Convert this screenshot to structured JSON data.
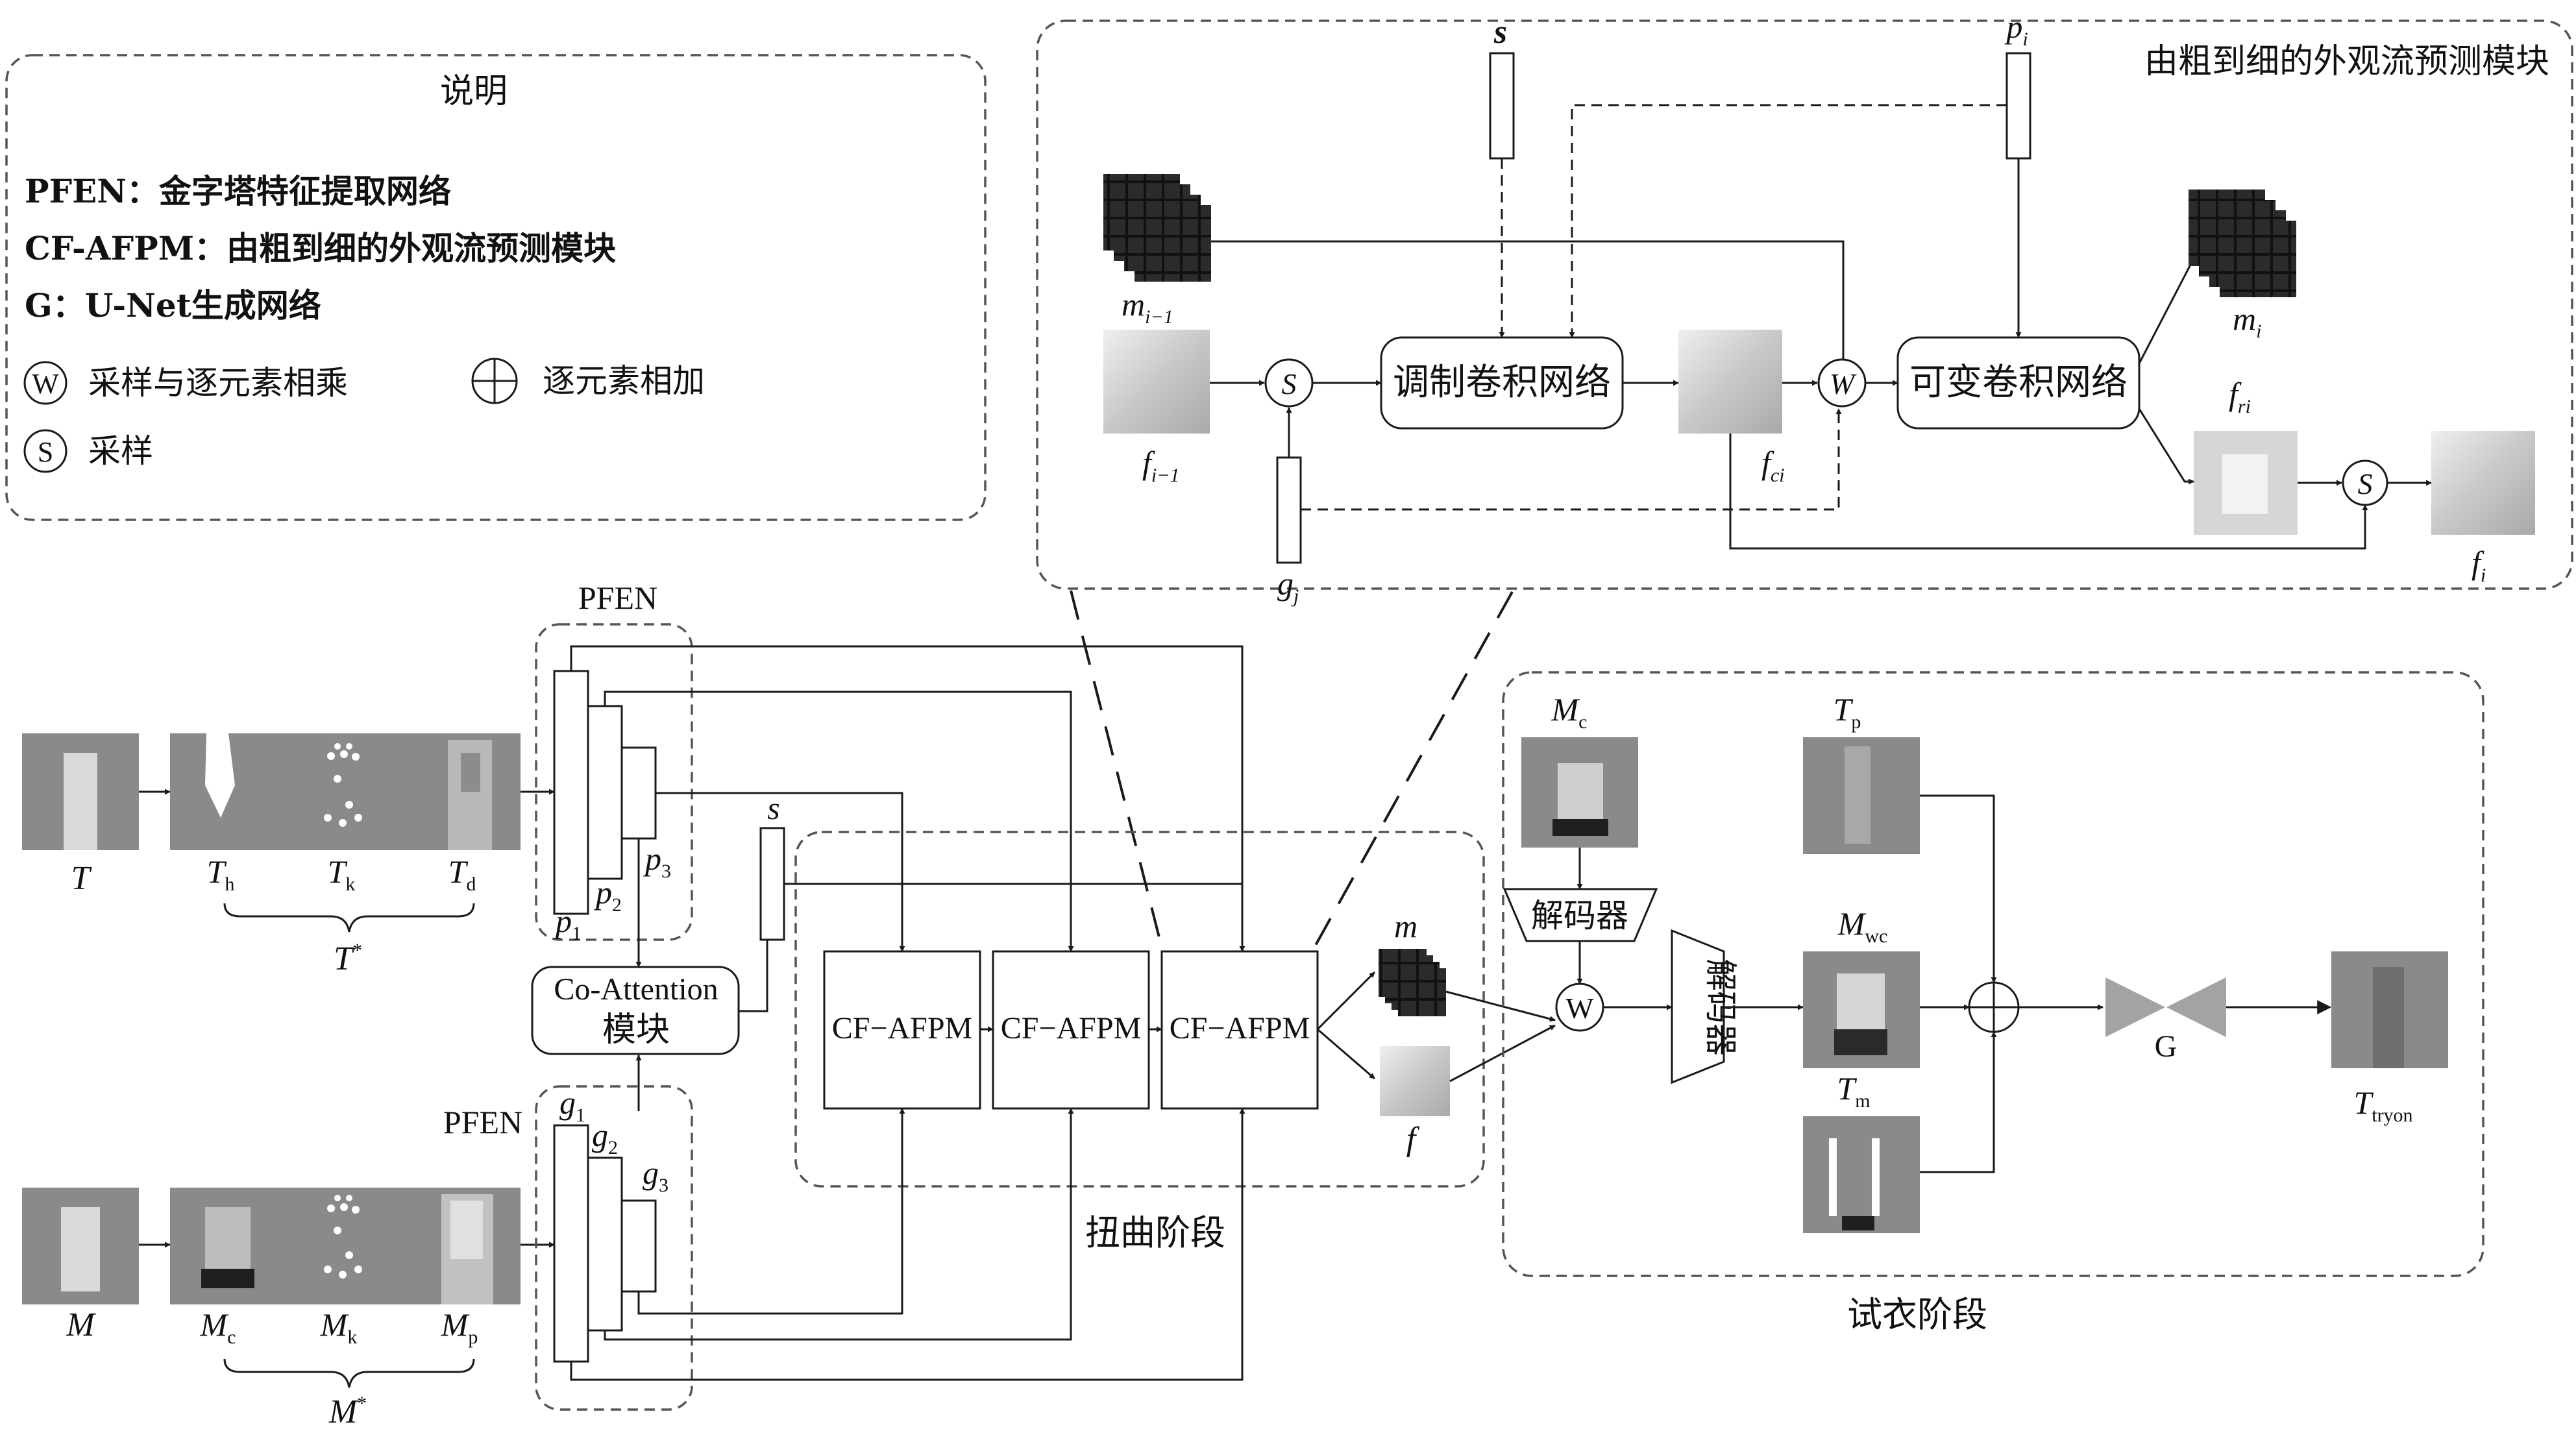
{
  "legend": {
    "title": "说明",
    "items": [
      "PFEN：金字塔特征提取网络",
      "CF-AFPM：由粗到细的外观流预测模块",
      "G：U-Net生成网络"
    ],
    "w_symbol": "W",
    "w_desc": "采样与逐元素相乘",
    "plus_desc": "逐元素相加",
    "s_symbol": "S",
    "s_desc": "采样"
  },
  "detail": {
    "title": "由粗到细的外观流预测模块",
    "s_label": "s",
    "p_i": "p",
    "p_i_sub": "i",
    "m_prev": "m",
    "m_prev_sub": "i−1",
    "f_prev": "f",
    "f_prev_sub": "i−1",
    "g_j": "g",
    "g_j_sub": "j",
    "f_ci": "f",
    "f_ci_sub": "ci",
    "mod_conv": "调制卷积网络",
    "def_conv": "可变卷积网络",
    "m_i": "m",
    "m_i_sub": "i",
    "f_ri": "f",
    "f_ri_sub": "ri",
    "f_i": "f",
    "f_i_sub": "i",
    "W": "W",
    "S": "S"
  },
  "warp": {
    "pfen": "PFEN",
    "T": "T",
    "Th": "T",
    "Th_sub": "h",
    "Tk": "T",
    "Tk_sub": "k",
    "Td": "T",
    "Td_sub": "d",
    "Tstar": "T",
    "Tstar_sup": "*",
    "p1": "p",
    "p1_sub": "1",
    "p2": "p",
    "p2_sub": "2",
    "p3": "p",
    "p3_sub": "3",
    "coatt_1": "Co-Attention",
    "coatt_2": "模块",
    "s": "s",
    "M": "M",
    "Mc": "M",
    "Mc_sub": "c",
    "Mk": "M",
    "Mk_sub": "k",
    "Mp": "M",
    "Mp_sub": "p",
    "Mstar": "M",
    "Mstar_sup": "*",
    "g1": "g",
    "g1_sub": "1",
    "g2": "g",
    "g2_sub": "2",
    "g3": "g",
    "g3_sub": "3",
    "cfafpm": "CF−AFPM",
    "m": "m",
    "f": "f",
    "stage": "扭曲阶段"
  },
  "tryon": {
    "Mc": "M",
    "Mc_sub": "c",
    "Tp": "T",
    "Tp_sub": "p",
    "Mwc": "M",
    "Mwc_sub": "wc",
    "Tm": "T",
    "Tm_sub": "m",
    "decoder": "解码器",
    "W": "W",
    "G": "G",
    "Ttryon": "T",
    "Ttryon_sub": "tryon",
    "stage": "试衣阶段"
  }
}
